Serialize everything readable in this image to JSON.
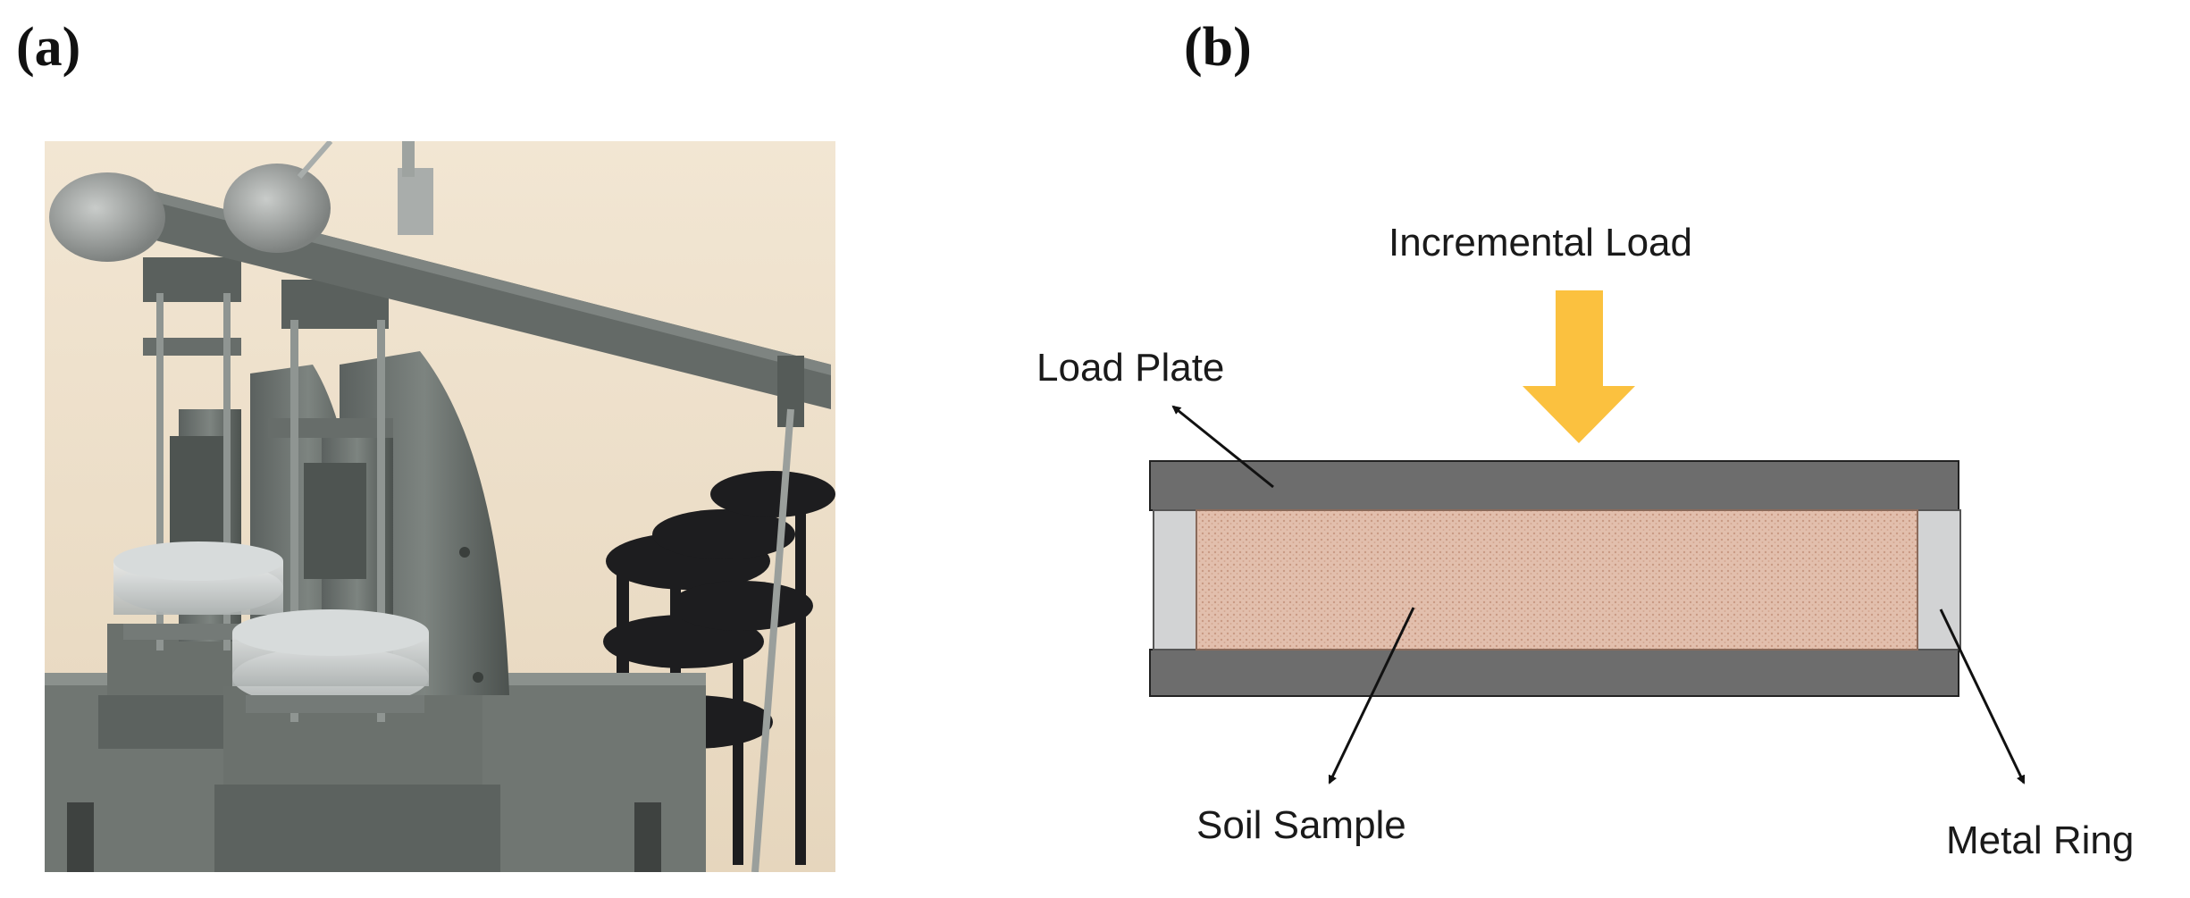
{
  "panel_a": {
    "label": "(a)"
  },
  "panel_b": {
    "label": "(b)",
    "incremental_load": "Incremental Load",
    "load_plate": "Load Plate",
    "soil_sample": "Soil Sample",
    "metal_ring": "Metal Ring"
  },
  "colors": {
    "plate": "#6b6b6b",
    "ring": "#d2d3d4",
    "soil": "#dfb8a4",
    "arrow": "#fbc13f",
    "wall": "#efe3cf"
  }
}
